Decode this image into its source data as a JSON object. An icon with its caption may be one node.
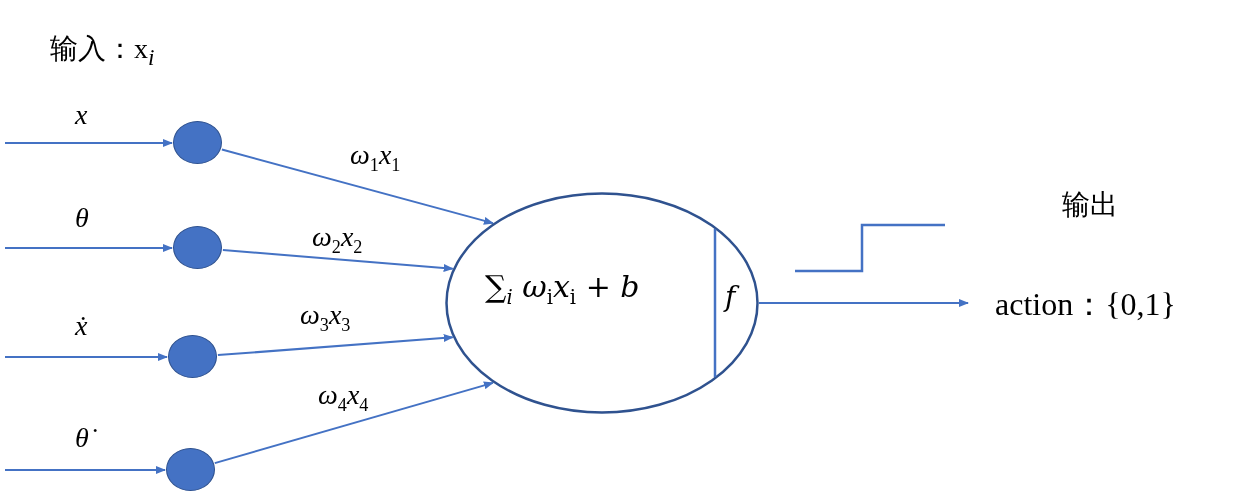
{
  "diagram": {
    "nodes": [
      {
        "text": [],
        "shape": "circle"
      },
      {
        "text": [],
        "shape": "circle"
      },
      {
        "text": [],
        "shape": "circle"
      },
      {
        "text": [],
        "shape": "circle"
      },
      {
        "text": [
          "∑$_{i}$ ω$_{i}$x$_{i}$ + b",
          "f"
        ]
      },
      {
        "text": [
          "action：{0,1}"
        ]
      }
    ],
    "edges": [
      {
        "from": null,
        "to": 0,
        "arrow": "to",
        "label": "x"
      },
      {
        "from": null,
        "to": 1,
        "arrow": "to",
        "label": "θ"
      },
      {
        "from": null,
        "to": 2,
        "arrow": "to",
        "label": "ẋ"
      },
      {
        "from": null,
        "to": 3,
        "arrow": "to",
        "label": "θ̇"
      },
      {
        "from": 0,
        "to": 4,
        "arrow": "to",
        "label": "ω$_{1}$x$_{1}$"
      },
      {
        "from": 1,
        "to": 4,
        "arrow": "to",
        "label": "ω$_{2}$x$_{2}$"
      },
      {
        "from": 2,
        "to": 4,
        "arrow": "to",
        "label": "ω$_{3}$x$_{3}$"
      },
      {
        "from": 3,
        "to": 4,
        "arrow": "to",
        "label": "ω$_{4}$x$_{4}$"
      },
      {
        "from": 4,
        "to": 5,
        "arrow": "to"
      }
    ],
    "labels": [
      "输入：x$_{i}$",
      "输出"
    ]
  }
}
